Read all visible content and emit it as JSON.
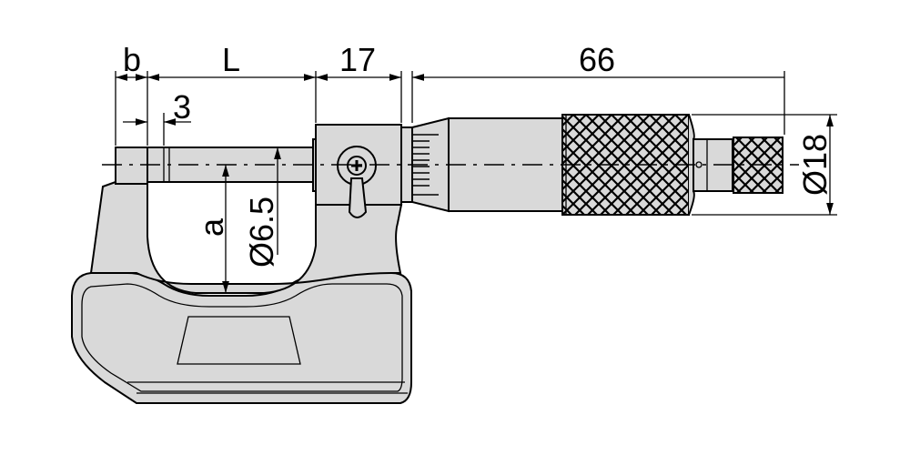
{
  "title": "Micrometer dimension drawing",
  "dimensions": {
    "b": "b",
    "L": "L",
    "sleeve": "17",
    "thimble": "66",
    "spindle_step": "3",
    "a": "a",
    "spindle_diameter": "Ø6.5",
    "thimble_diameter": "Ø18"
  },
  "colors": {
    "body": "#d9d9d9",
    "line": "#000000"
  }
}
